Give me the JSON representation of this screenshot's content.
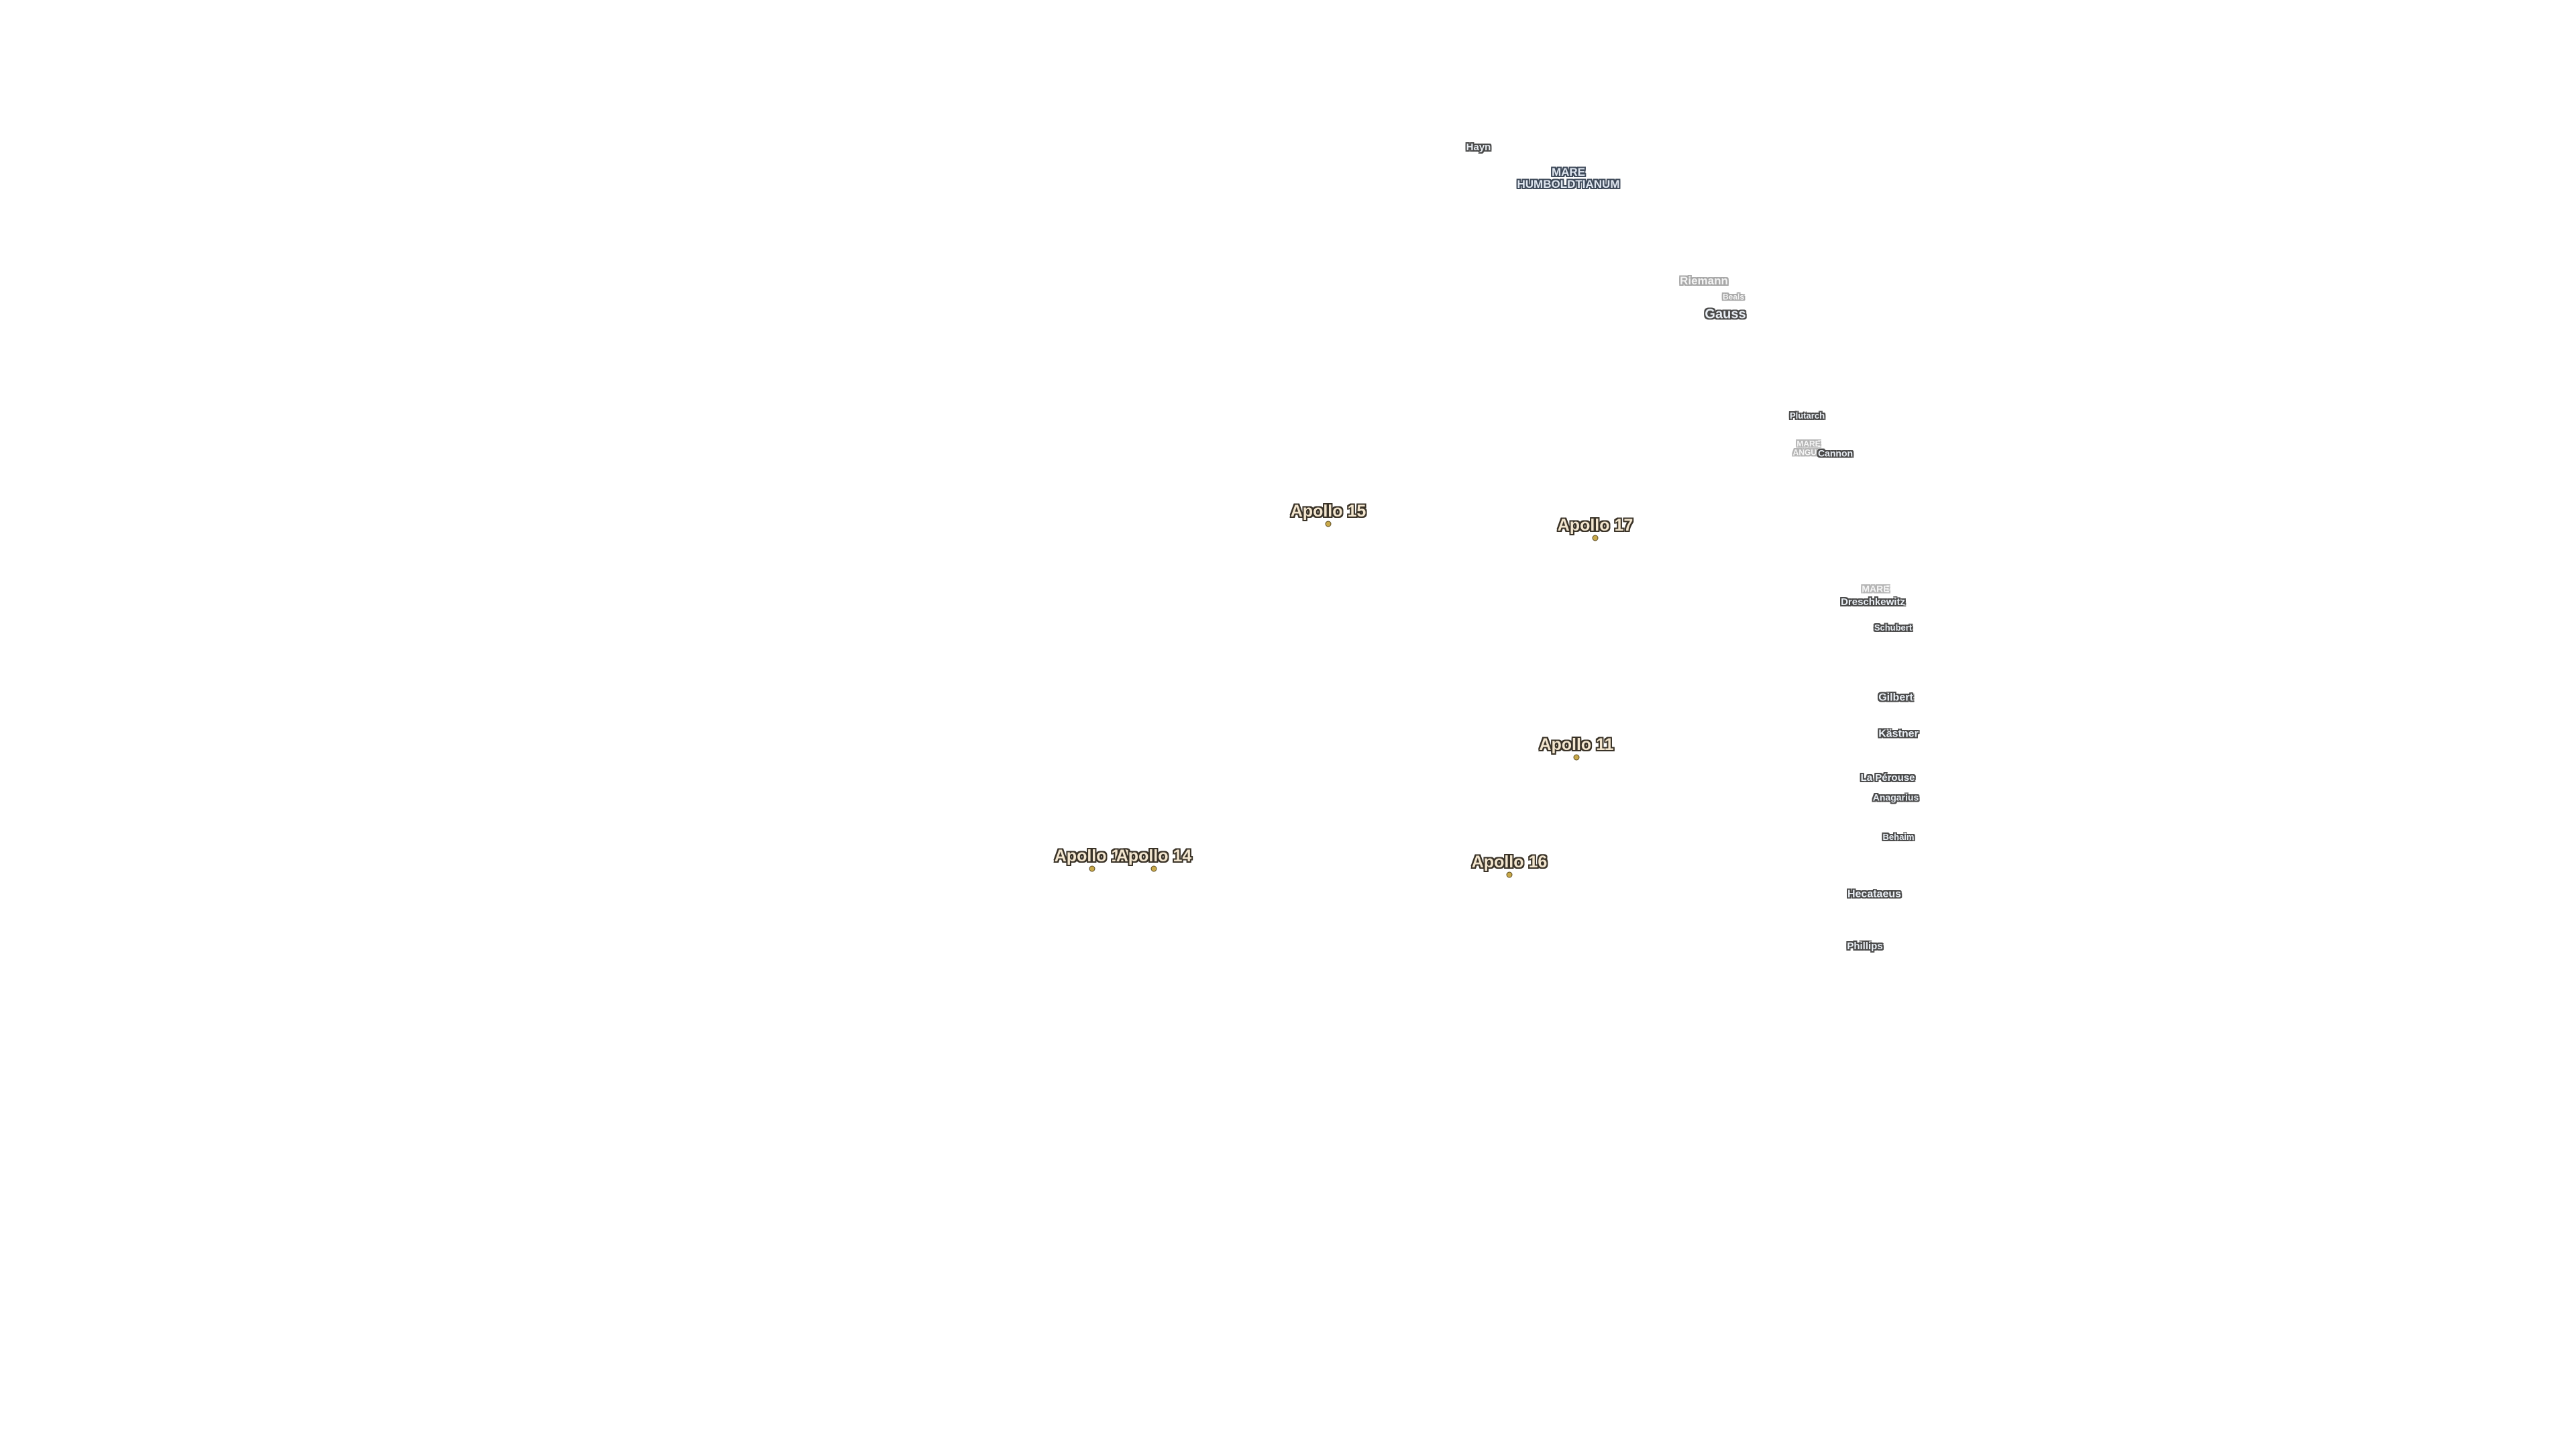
{
  "map": {
    "background": "#ffffff",
    "apollo_color": "#f3e6cf",
    "feature_color": "#e9eef4"
  },
  "maria": {
    "humboldtianum_line1": "MARE",
    "humboldtianum_line2": "HUMBOLDTIANUM",
    "upper_faint_line1": "MARE",
    "upper_faint_line2": "ANGUIS",
    "lower_faint": "MARE"
  },
  "craters": {
    "hayn": "Hayn",
    "riemann": "Riemann",
    "beals": "Beals",
    "gauss": "Gauss",
    "plutarch": "Plutarch",
    "cannon": "Cannon",
    "dreschkewitz": "Dreschkewitz",
    "schubert": "Schubert",
    "gilbert": "Gilbert",
    "kastner": "Kästner",
    "la_perouse": "La Pérouse",
    "anagarius": "Anagarius",
    "behaim": "Behaim",
    "hecataeus": "Hecataeus",
    "phillips": "Phillips"
  },
  "apollo_sites": {
    "a11": "Apollo 11",
    "a12": "Apollo 12",
    "a14": "Apollo 14",
    "a15": "Apollo 15",
    "a16": "Apollo 16",
    "a17": "Apollo 17"
  }
}
